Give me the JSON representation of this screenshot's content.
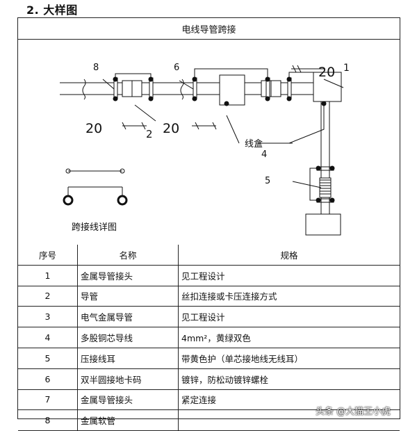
{
  "heading": "2. 大样图",
  "section_title": "电线导管跨接",
  "drawing": {
    "callouts": [
      "1",
      "2",
      "4",
      "5",
      "6",
      "8"
    ],
    "dimension": "20",
    "box_label": "线盒",
    "detail_caption": "跨接线详图"
  },
  "table": {
    "headers": [
      "序号",
      "名称",
      "规格"
    ],
    "rows": [
      {
        "no": "1",
        "name": "金属导管接头",
        "spec": "见工程设计"
      },
      {
        "no": "2",
        "name": "导管",
        "spec": "丝扣连接或卡压连接方式"
      },
      {
        "no": "3",
        "name": "电气金属导管",
        "spec": "见工程设计"
      },
      {
        "no": "4",
        "name": "多股铜芯导线",
        "spec": "4mm²，黄绿双色"
      },
      {
        "no": "5",
        "name": "压接线耳",
        "spec": "带黄色护（单芯接地线无线耳）"
      },
      {
        "no": "6",
        "name": "双半圆接地卡码",
        "spec": "镀锌，防松动镀锌螺栓"
      },
      {
        "no": "7",
        "name": "金属导管接头",
        "spec": "紧定连接"
      },
      {
        "no": "8",
        "name": "金属软管",
        "spec": ""
      }
    ]
  },
  "watermark": "头条 @大猫王小虎"
}
